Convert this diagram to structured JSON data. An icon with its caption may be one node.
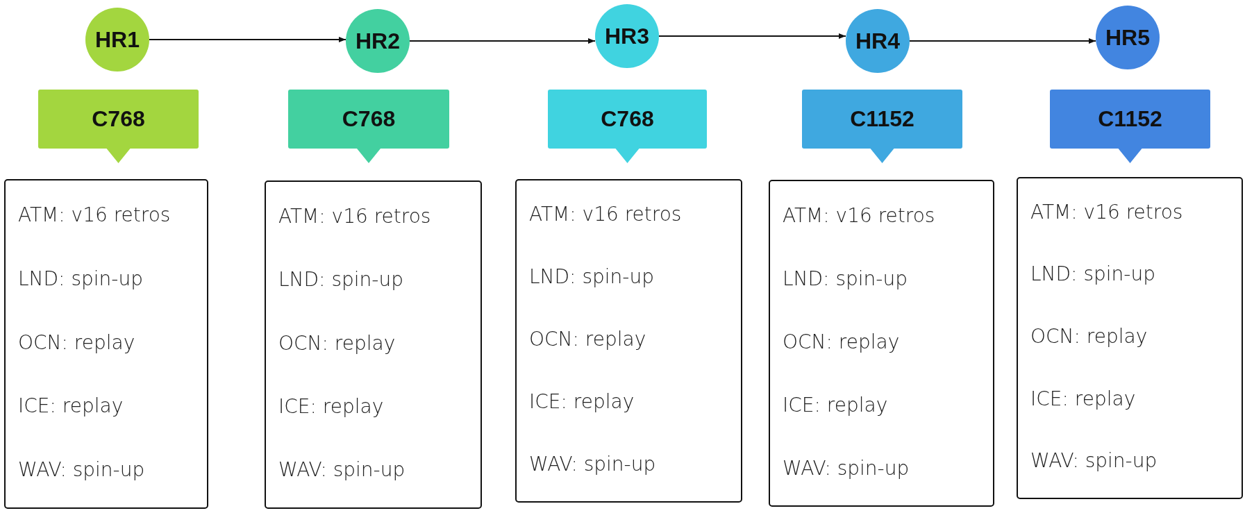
{
  "diagram": {
    "nodes": [
      {
        "text": [
          "HR1"
        ]
      },
      {
        "text": [
          "HR2"
        ]
      },
      {
        "text": [
          "HR3"
        ]
      },
      {
        "text": [
          "HR4"
        ]
      },
      {
        "text": [
          "HR5"
        ]
      },
      {
        "text": [
          "C768"
        ]
      },
      {
        "text": [
          "C768"
        ]
      },
      {
        "text": [
          "C768"
        ]
      },
      {
        "text": [
          "C1152"
        ]
      },
      {
        "text": [
          "C1152"
        ]
      },
      {
        "text": [
          "ATM: v16 retros",
          "LND: spin-up",
          "OCN: replay",
          "ICE: replay",
          "WAV: spin-up"
        ]
      },
      {
        "text": [
          "ATM: v16 retros",
          "LND: spin-up",
          "OCN: replay",
          "ICE: replay",
          "WAV: spin-up"
        ]
      },
      {
        "text": [
          "ATM: v16 retros",
          "LND: spin-up",
          "OCN: replay",
          "ICE: replay",
          "WAV: spin-up"
        ]
      },
      {
        "text": [
          "ATM: v16 retros",
          "LND: spin-up",
          "OCN: replay",
          "ICE: replay",
          "WAV: spin-up"
        ]
      },
      {
        "text": [
          "ATM: v16 retros",
          "LND: spin-up",
          "OCN: replay",
          "ICE: replay",
          "WAV: spin-up"
        ]
      }
    ],
    "edges": [
      {
        "from": 0,
        "to": 1,
        "arrow": "to"
      },
      {
        "from": 1,
        "to": 2,
        "arrow": "to"
      },
      {
        "from": 2,
        "to": 3,
        "arrow": "to"
      },
      {
        "from": 3,
        "to": 4,
        "arrow": "to"
      }
    ]
  }
}
